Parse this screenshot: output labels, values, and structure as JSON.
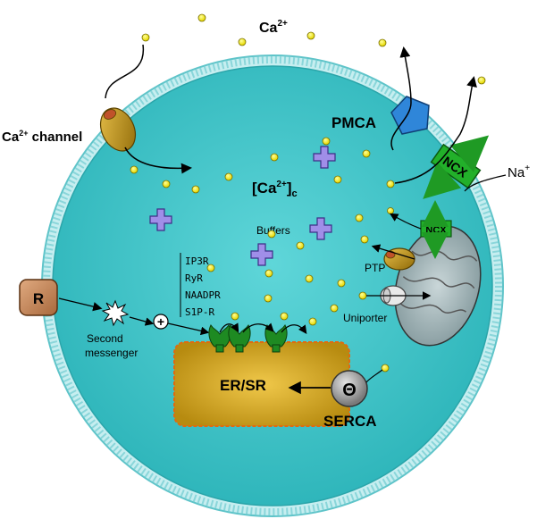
{
  "labels": {
    "ca_top": "Ca",
    "ca_top_sup": "2+",
    "ca_channel": "Ca",
    "ca_channel_sup": "2+",
    "ca_channel_rest": " channel",
    "pmca": "PMCA",
    "ncx": "NCX",
    "ncx_small": "NCX",
    "na": "Na",
    "na_sup": "+",
    "cac_open": "[Ca",
    "cac_sup": "2+",
    "cac_close": "]",
    "cac_sub": "c",
    "buffers": "Buffers",
    "receptor_r": "R",
    "second_messenger_1": "Second",
    "second_messenger_2": "messenger",
    "plus": "+",
    "channel_ip3r": "IP3R",
    "channel_ryr": "RyR",
    "channel_naadpr": "NAADPR",
    "channel_s1pr": "S1P-R",
    "ptp": "PTP",
    "uniporter": "Uniporter",
    "er_sr": "ER/SR",
    "serca": "SERCA",
    "theta": "Θ"
  },
  "colors": {
    "cytoplasm": "#40c4c8",
    "membrane": "#7fd8dc",
    "calcium_ion": "#f3ec1a",
    "buffer": "#a08ee8",
    "pmca": "#2f86d9",
    "ncx": "#22b02a",
    "er": "#d9a818",
    "channel": "#c79a12",
    "receptor": "#c88a5a",
    "mitochondrion": "#8aa4a8"
  },
  "icons": {
    "ca_channel": "barrel-channel-icon",
    "pmca": "pentagon-pump-icon",
    "ncx": "exchanger-box-icon",
    "buffer": "plus-shaped-buffer-icon",
    "second_messenger": "starburst-icon",
    "er_channel": "green-receptor-channel-icon",
    "serca": "theta-pump-icon"
  }
}
